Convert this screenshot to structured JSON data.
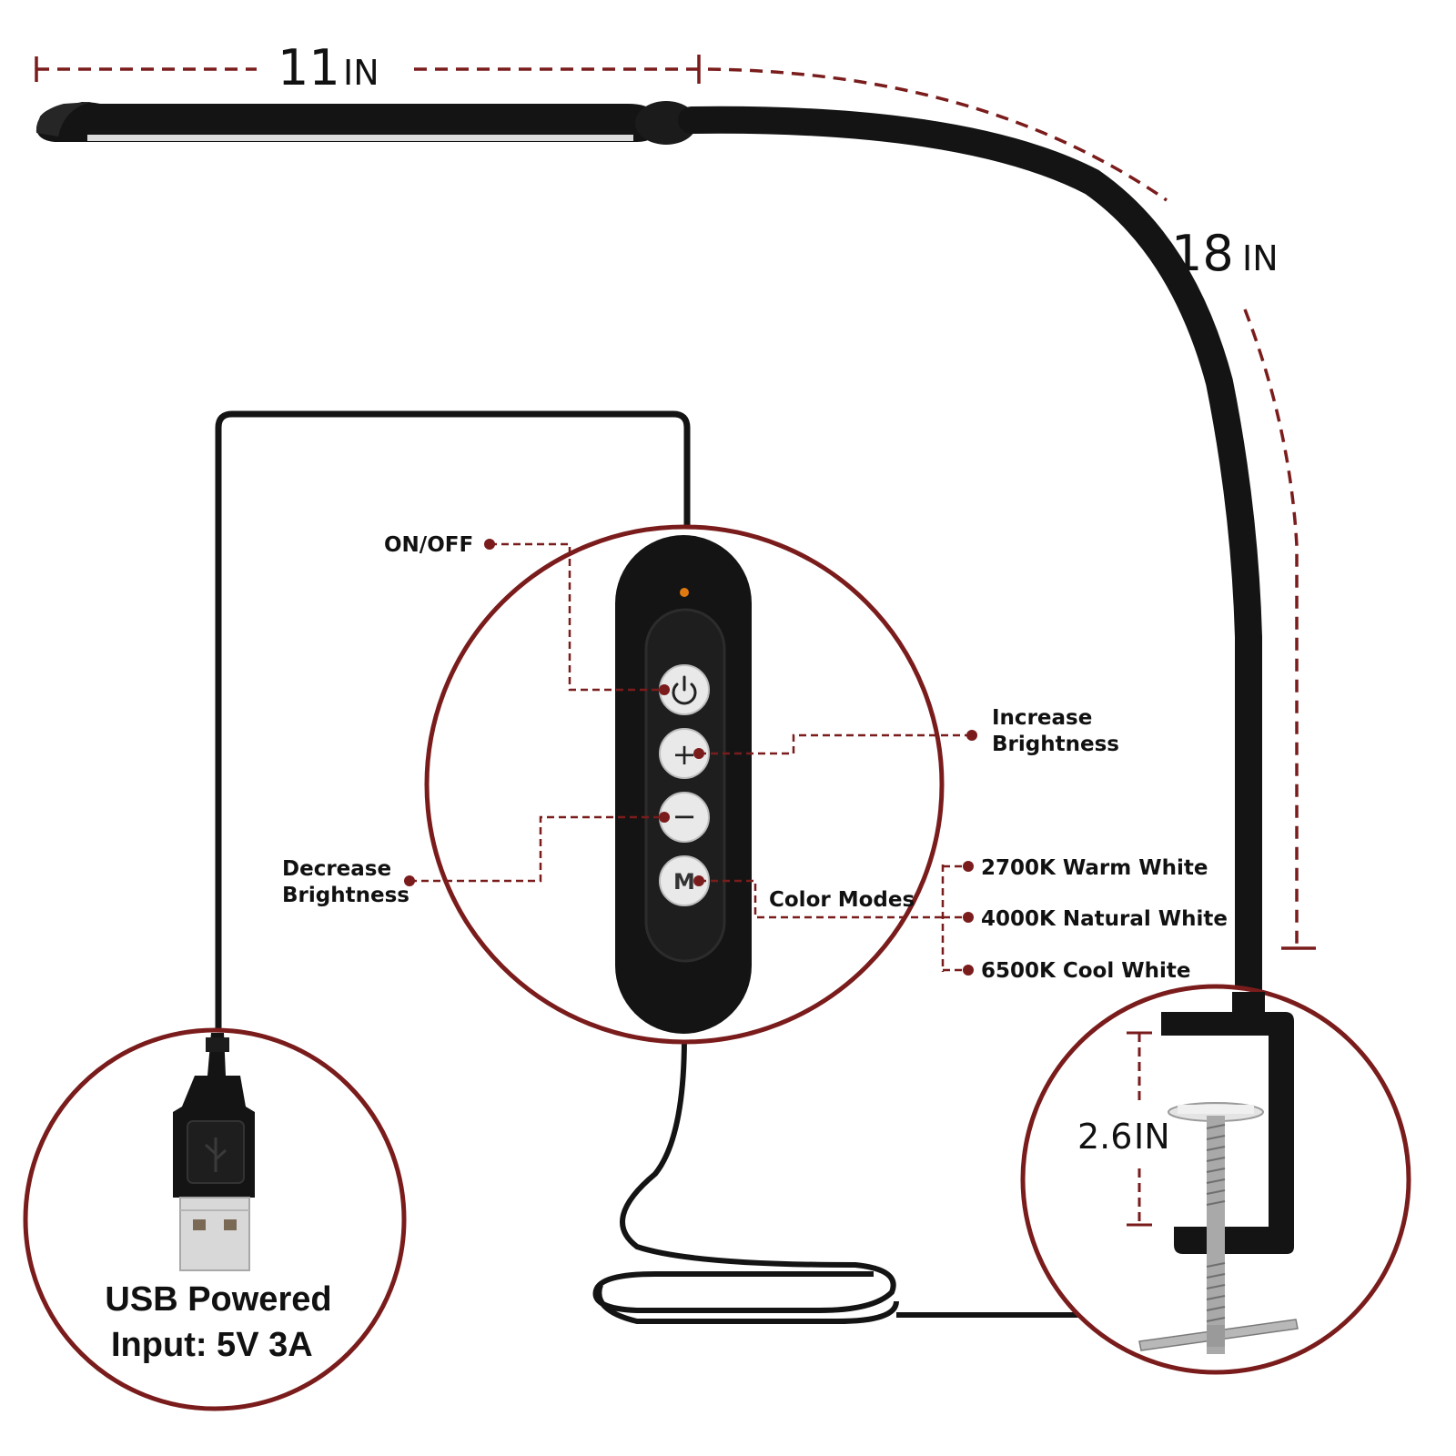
{
  "colors": {
    "accent": "#7a1c1c",
    "lamp_body": "#141414",
    "button_face": "#e9e9e9",
    "indicator": "#e07a10"
  },
  "dimensions": {
    "head_length": {
      "value": "11",
      "unit": "IN"
    },
    "arm_length": {
      "value": "18",
      "unit": "IN"
    },
    "clamp_opening": {
      "value": "2.6",
      "unit": "IN"
    }
  },
  "controller": {
    "callouts": {
      "on_off": "ON/OFF",
      "increase_line1": "Increase",
      "increase_line2": "Brightness",
      "decrease_line1": "Decrease",
      "decrease_line2": "Brightness",
      "color_modes": "Color Modes"
    },
    "button_glyphs": {
      "power": "⏻",
      "plus": "+",
      "minus": "−",
      "mode": "M"
    }
  },
  "color_modes": [
    "2700K Warm White",
    "4000K Natural White",
    "6500K Cool White"
  ],
  "usb": {
    "line1": "USB Powered",
    "line2": "Input: 5V  3A"
  },
  "icons": [
    "usb-plug-icon",
    "clamp-icon",
    "power-icon"
  ]
}
